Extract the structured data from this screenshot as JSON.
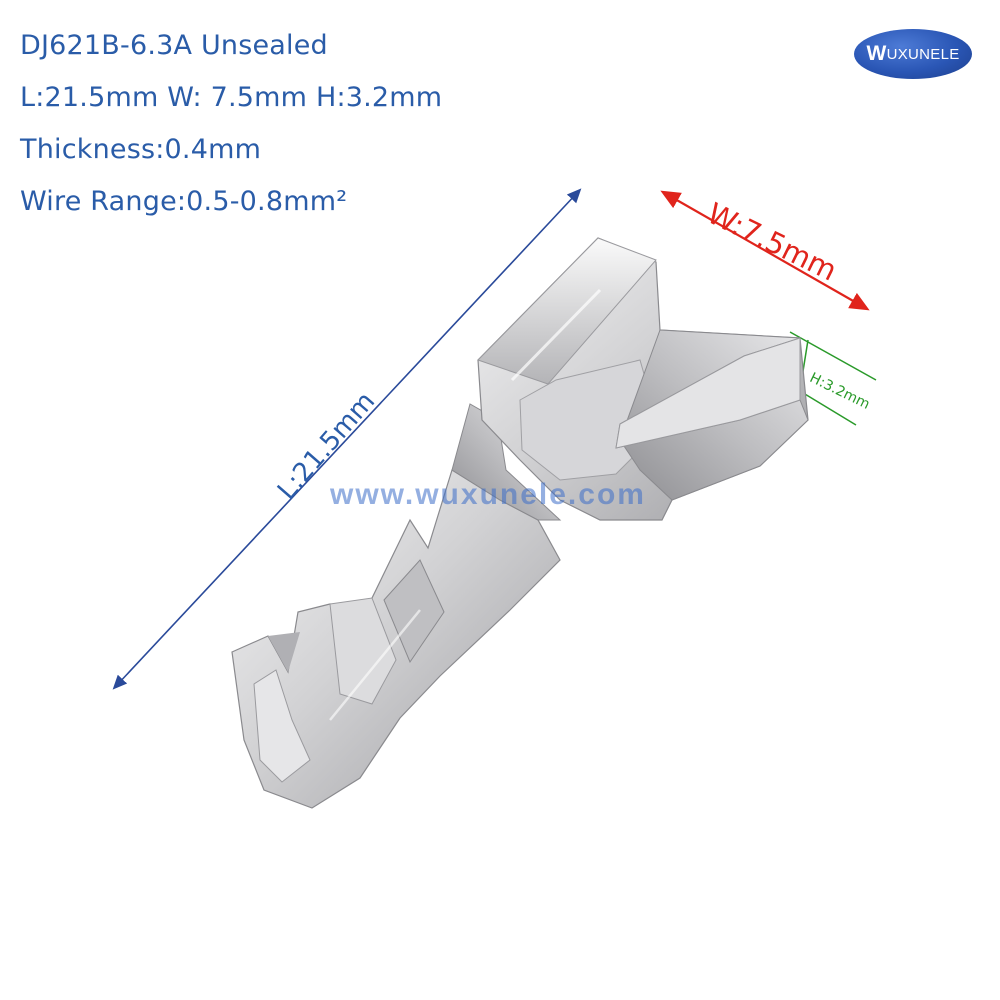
{
  "specs": {
    "model": "DJ621B-6.3A Unsealed",
    "dimensions": "L:21.5mm W: 7.5mm H:3.2mm",
    "thickness": "Thickness:0.4mm",
    "wire_range": "Wire Range:0.5-0.8mm²"
  },
  "logo": {
    "first_letter": "W",
    "rest": "UXUNELE"
  },
  "watermark": "www.wuxunele.com",
  "dimension_labels": {
    "length": "L:21.5mm",
    "width": "W:7.5mm",
    "height": "H:3.2mm"
  },
  "colors": {
    "spec_text": "#2a5ca8",
    "length_line": "#2a4a9a",
    "width_line": "#e0241c",
    "height_line": "#2a9a2a",
    "logo_bg": "#2a56b5",
    "terminal_metal": "#c9c9cb"
  }
}
